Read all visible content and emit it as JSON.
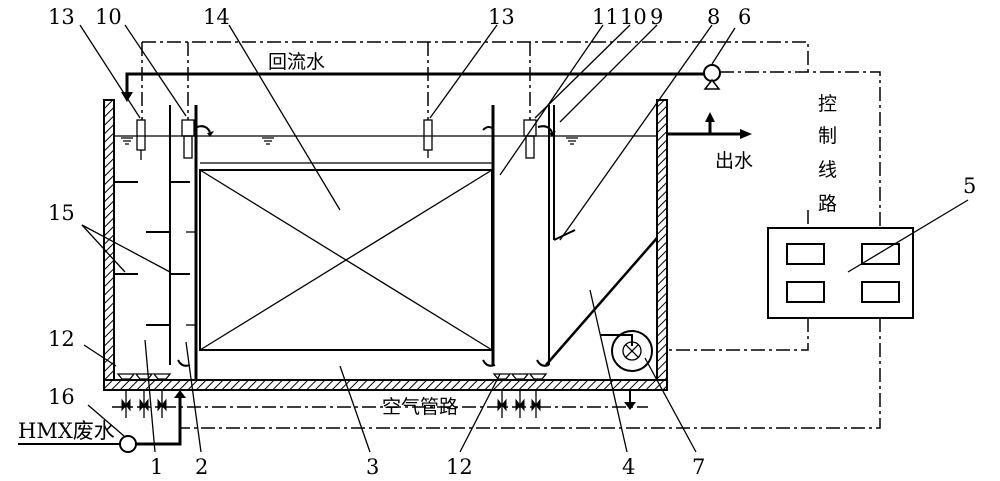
{
  "labels": {
    "return_water": "回流水",
    "outlet_water": "出水",
    "control_line": [
      "控",
      "制",
      "线",
      "路"
    ],
    "air_pipe": "空气管路",
    "hmx_wastewater": "HMX废水"
  },
  "numbers": {
    "n1": "1",
    "n2": "2",
    "n3": "3",
    "n4": "4",
    "n5": "5",
    "n6": "6",
    "n7": "7",
    "n8": "8",
    "n9": "9",
    "n10a": "10",
    "n10b": "10",
    "n11": "11",
    "n12a": "12",
    "n12b": "12",
    "n13a": "13",
    "n13b": "13",
    "n14": "14",
    "n15": "15",
    "n16": "16"
  }
}
